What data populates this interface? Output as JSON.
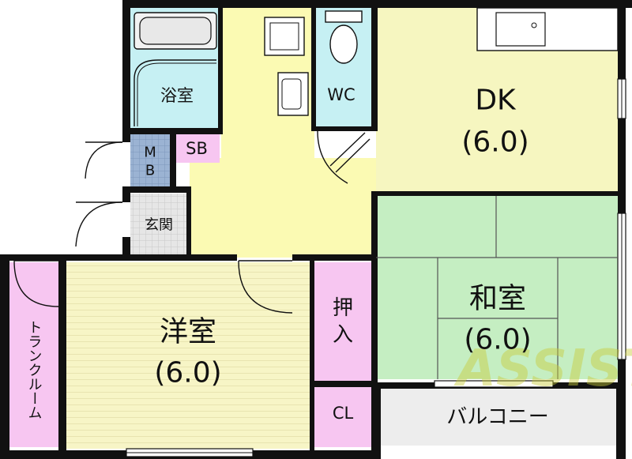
{
  "rooms": {
    "bath": "浴室",
    "wc": "WC",
    "dk": "DK",
    "dk_size": "(6.0)",
    "mb": "MB",
    "sb": "SB",
    "genkan": "玄関",
    "washitsu": "和室",
    "washitsu_size": "(6.0)",
    "youshitsu": "洋室",
    "youshitsu_size": "(6.0)",
    "oshiire": "押入",
    "cl": "CL",
    "trunk": "トランクルーム",
    "balcony": "バルコニー"
  },
  "watermark": "ASSIST",
  "colors": {
    "bath": "#c6f0f3",
    "corridor": "#fbfab3",
    "dk": "#f6f6c0",
    "pink": "#f7c6f1",
    "washitsu": "#c5eec2",
    "youshitsu": "#f7f5c6",
    "mb": "#9bb3d3",
    "genkan": "#e3e3e3",
    "balcony": "#ededed",
    "wall": "#111111"
  }
}
